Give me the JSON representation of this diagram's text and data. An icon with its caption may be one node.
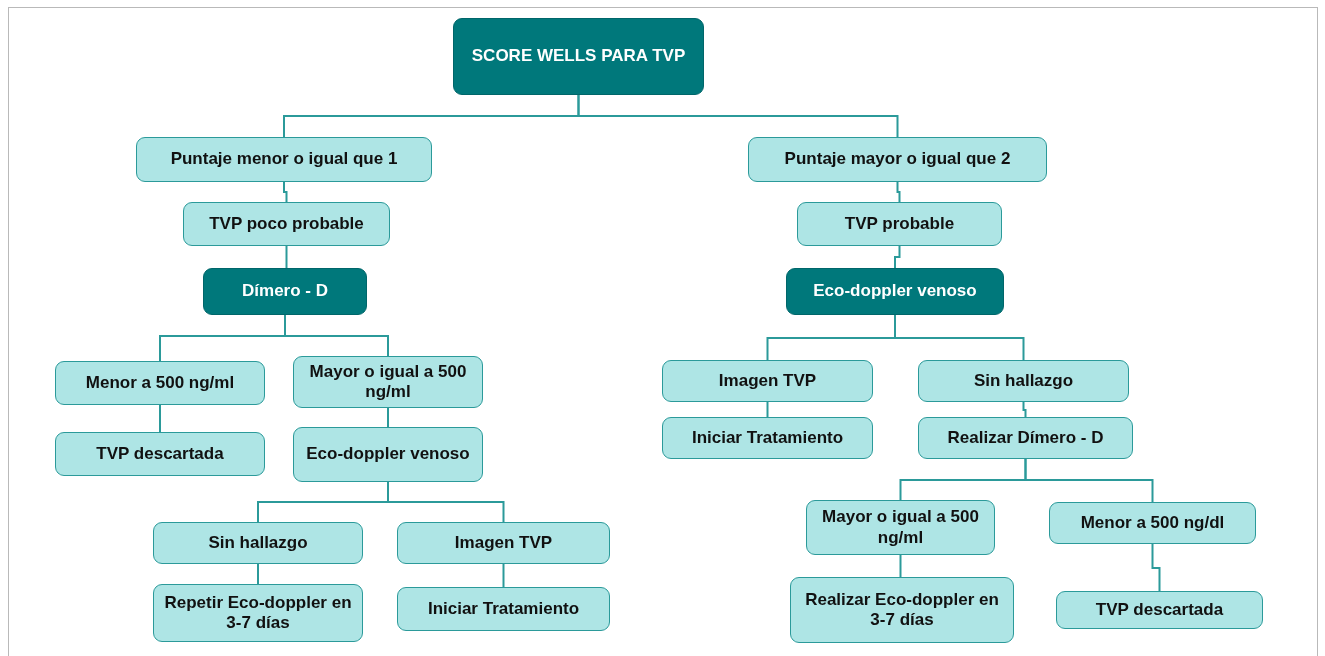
{
  "diagram": {
    "nodes": [
      {
        "text": [
          "SCORE WELLS PARA TVP"
        ]
      },
      {
        "text": [
          "Puntaje menor o igual que  1"
        ]
      },
      {
        "text": [
          "Puntaje mayor o igual que 2"
        ]
      },
      {
        "text": [
          "TVP poco probable"
        ]
      },
      {
        "text": [
          "TVP  probable"
        ]
      },
      {
        "text": [
          "Dímero - D"
        ]
      },
      {
        "text": [
          "Eco-doppler venoso"
        ]
      },
      {
        "text": [
          "Menor a 500 ng/ml"
        ]
      },
      {
        "text": [
          "Mayor o igual a 500 ng/ml"
        ]
      },
      {
        "text": [
          "TVP descartada"
        ]
      },
      {
        "text": [
          "Eco-doppler venoso"
        ]
      },
      {
        "text": [
          "Sin hallazgo"
        ]
      },
      {
        "text": [
          "Imagen TVP"
        ]
      },
      {
        "text": [
          "Repetir Eco-doppler en 3-7 días"
        ]
      },
      {
        "text": [
          "Iniciar Tratamiento"
        ]
      },
      {
        "text": [
          "Imagen TVP"
        ]
      },
      {
        "text": [
          "Sin hallazgo"
        ]
      },
      {
        "text": [
          "Iniciar Tratamiento"
        ]
      },
      {
        "text": [
          "Realizar Dímero - D"
        ]
      },
      {
        "text": [
          "Mayor o igual a 500 ng/ml"
        ]
      },
      {
        "text": [
          "Menor a 500 ng/dl"
        ]
      },
      {
        "text": [
          "Realizar Eco-doppler en 3-7 días"
        ]
      },
      {
        "text": [
          "TVP descartada"
        ]
      }
    ],
    "edges": [
      {
        "from": 0,
        "to": 1,
        "arrow": "none"
      },
      {
        "from": 0,
        "to": 2,
        "arrow": "none"
      },
      {
        "from": 1,
        "to": 3,
        "arrow": "none"
      },
      {
        "from": 3,
        "to": 5,
        "arrow": "none"
      },
      {
        "from": 2,
        "to": 4,
        "arrow": "none"
      },
      {
        "from": 4,
        "to": 6,
        "arrow": "none"
      },
      {
        "from": 5,
        "to": 7,
        "arrow": "none"
      },
      {
        "from": 5,
        "to": 8,
        "arrow": "none"
      },
      {
        "from": 7,
        "to": 9,
        "arrow": "none"
      },
      {
        "from": 8,
        "to": 10,
        "arrow": "none"
      },
      {
        "from": 10,
        "to": 11,
        "arrow": "none"
      },
      {
        "from": 10,
        "to": 12,
        "arrow": "none"
      },
      {
        "from": 11,
        "to": 13,
        "arrow": "none"
      },
      {
        "from": 12,
        "to": 14,
        "arrow": "none"
      },
      {
        "from": 6,
        "to": 15,
        "arrow": "none"
      },
      {
        "from": 6,
        "to": 16,
        "arrow": "none"
      },
      {
        "from": 15,
        "to": 17,
        "arrow": "none"
      },
      {
        "from": 16,
        "to": 18,
        "arrow": "none"
      },
      {
        "from": 18,
        "to": 19,
        "arrow": "none"
      },
      {
        "from": 18,
        "to": 20,
        "arrow": "none"
      },
      {
        "from": 19,
        "to": 21,
        "arrow": "none"
      },
      {
        "from": 20,
        "to": 22,
        "arrow": "none"
      }
    ]
  }
}
